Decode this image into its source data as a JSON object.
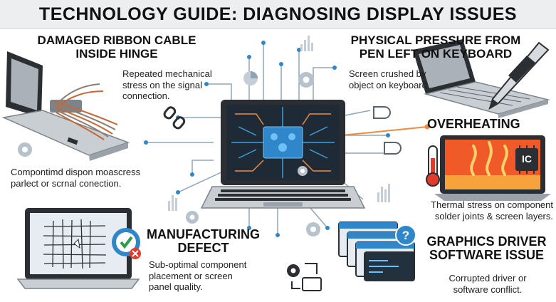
{
  "title": "TECHNOLOGY GUIDE: DIAGNOSING DISPLAY ISSUES",
  "sections": {
    "ribbon": {
      "heading_line1": "DAMAGED RIBBON CABLE",
      "heading_line2": "INSIDE HINGE",
      "desc_line1": "Repeated mechanical",
      "desc_line2": "stress on the signal",
      "desc_line3": "connection.",
      "desc2_line1": "Compontimd dispon moascress",
      "desc2_line2": "parlect or scrnal conection."
    },
    "pressure": {
      "heading_line1": "PHYSICAL PRESSURE FROM",
      "heading_line2": "PEN LEFT ON KEYBOARD",
      "desc_line1": "Screen crushed by",
      "desc_line2": "object on keyboard."
    },
    "overheating": {
      "heading": "OVERHEATING",
      "chip_label": "IC",
      "desc_line1": "Thermal stress on component",
      "desc_line2": "solder joints & screen layers."
    },
    "manufacturing": {
      "heading_line1": "MANUFACTURING",
      "heading_line2": "DEFECT",
      "desc_line1": "Sub-optimal component",
      "desc_line2": "placement or screen",
      "desc_line3": "panel quality."
    },
    "driver": {
      "heading_line1": "GRAPHICS DRIVER",
      "heading_line2": "SOFTWARE ISSUE",
      "desc_line1": "Corrupted driver or",
      "desc_line2": "software conflict."
    }
  },
  "colors": {
    "dark": "#2b2f33",
    "laptop_gray": "#9aa1a8",
    "laptop_light": "#c9ced3",
    "circuit_blue": "#2f86c8",
    "circuit_orange": "#f08a3c",
    "fire": "#f05a28",
    "line_gray": "#9fb4c6"
  }
}
